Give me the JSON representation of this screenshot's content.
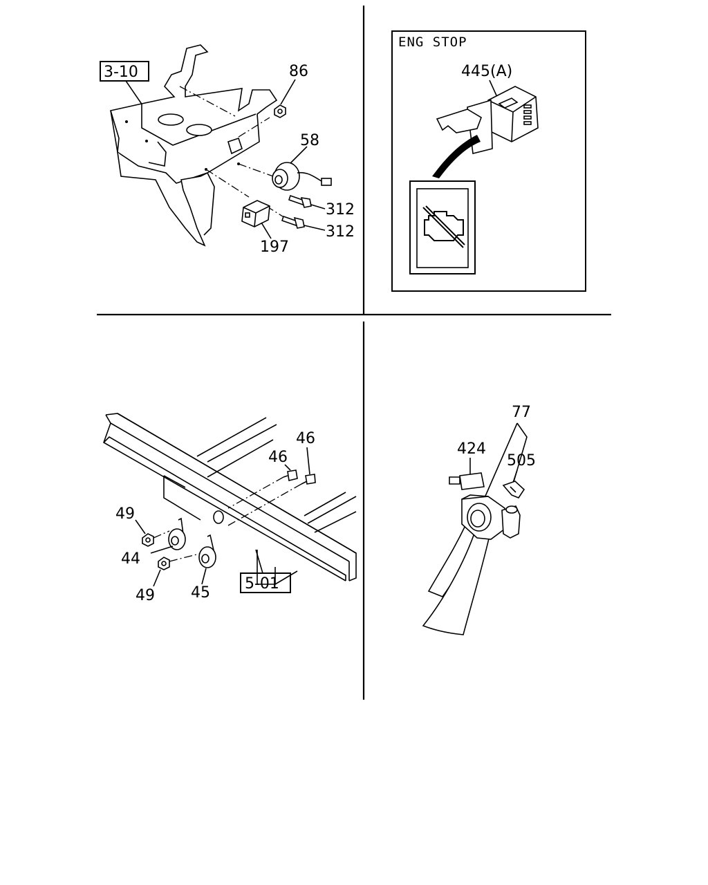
{
  "panel_tl": {
    "ref_box": "3-10",
    "callouts": {
      "nut": "86",
      "horn": "58",
      "bolt_upper": "312",
      "bolt_lower": "312",
      "relay": "197"
    }
  },
  "panel_tr": {
    "header": "ENG STOP",
    "callout": "445(A)",
    "inset_icon": "engine-stop-icon"
  },
  "panel_bl": {
    "ref_box": "5-01",
    "callouts": {
      "bolt_a": "46",
      "bolt_b": "46",
      "nut_a": "49",
      "bracket_a": "44",
      "nut_b": "49",
      "bracket_b": "45"
    }
  },
  "panel_br": {
    "callouts": {
      "assembly": "77",
      "fitting_a": "424",
      "fitting_b": "505"
    }
  }
}
